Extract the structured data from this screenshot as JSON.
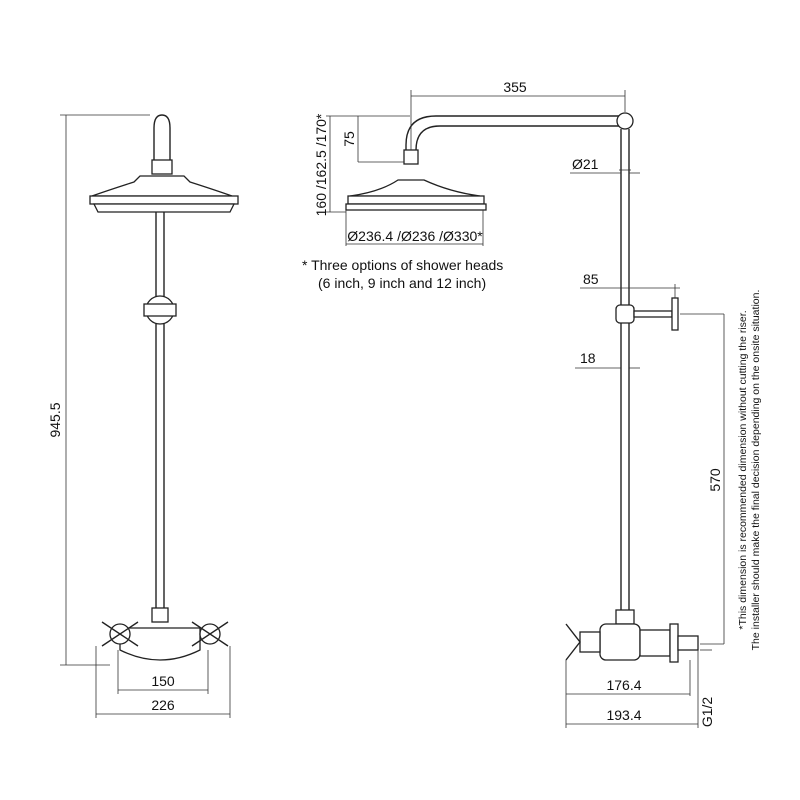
{
  "left_view": {
    "height": "945.5",
    "handle_spacing": "150",
    "overall_width": "226"
  },
  "right_view": {
    "arm_length": "355",
    "head_height_options": "160 /162.5 /170*",
    "connector_drop": "75",
    "head_diameter_options": "Ø236.4 /Ø236 /Ø330*",
    "riser_diameter": "Ø21",
    "bracket_projection": "85",
    "bracket_offset": "18",
    "recommended_height": "570",
    "valve_depth": "176.4",
    "overall_depth": "193.4",
    "inlet_thread": "G1/2"
  },
  "notes": {
    "head_options_line1": "* Three options of shower heads",
    "head_options_line2": "(6 inch, 9 inch and 12 inch)",
    "recommendation_line1": "*This dimension is recommended dimension without cutting the riser.",
    "recommendation_line2": "The installer should make the final decision depending on the onsite situation."
  }
}
